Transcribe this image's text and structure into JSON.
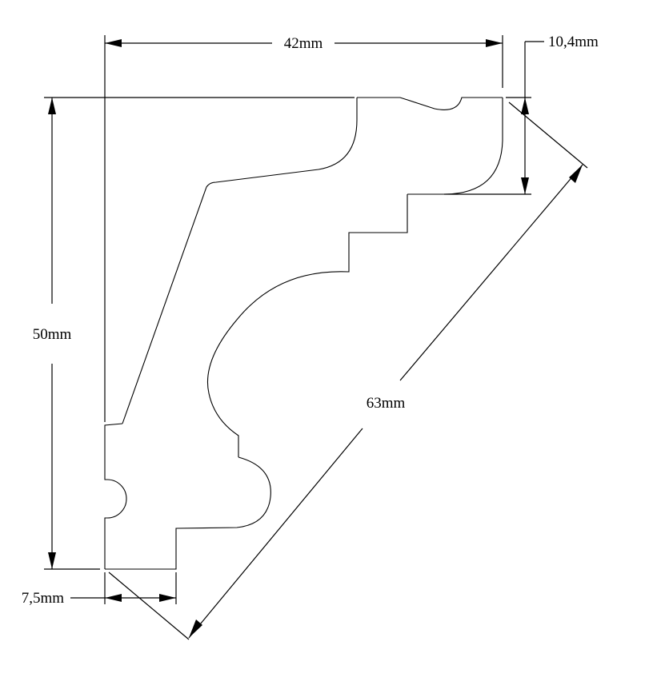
{
  "drawing": {
    "dimensions": {
      "width_label": "42mm",
      "height_label": "50mm",
      "diagonal_label": "63mm",
      "top_step_label": "10,4mm",
      "bottom_step_label": "7,5mm"
    }
  }
}
